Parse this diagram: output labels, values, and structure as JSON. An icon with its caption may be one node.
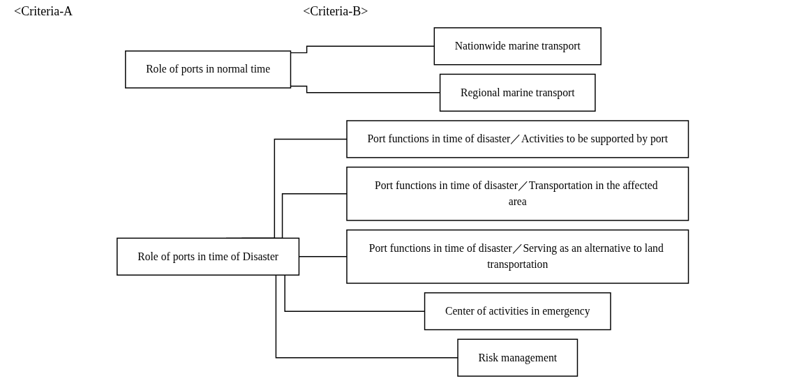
{
  "diagram": {
    "nodes": [
      {
        "text": [
          "Role of ports in normal time"
        ]
      },
      {
        "text": [
          "Nationwide marine transport"
        ]
      },
      {
        "text": [
          "Regional marine transport"
        ]
      },
      {
        "text": [
          "Role of ports in time of Disaster"
        ]
      },
      {
        "text": [
          "Port functions in time of disaster／Activities to be supported by port"
        ]
      },
      {
        "text": [
          "Port functions in time of disaster／Transportation in the affected area"
        ]
      },
      {
        "text": [
          "Port functions in time of disaster／Serving as an alternative to land transportation"
        ]
      },
      {
        "text": [
          "Center of activities in emergency"
        ]
      },
      {
        "text": [
          "Risk management"
        ]
      }
    ],
    "edges": [
      {
        "from": 0,
        "to": 1,
        "arrow": "none"
      },
      {
        "from": 0,
        "to": 2,
        "arrow": "none"
      },
      {
        "from": 3,
        "to": 4,
        "arrow": "none"
      },
      {
        "from": 3,
        "to": 5,
        "arrow": "none"
      },
      {
        "from": 3,
        "to": 6,
        "arrow": "none"
      },
      {
        "from": 3,
        "to": 7,
        "arrow": "none"
      },
      {
        "from": 3,
        "to": 8,
        "arrow": "none"
      }
    ],
    "labels": [
      "<Criteria-A",
      "<Criteria-B>"
    ]
  }
}
